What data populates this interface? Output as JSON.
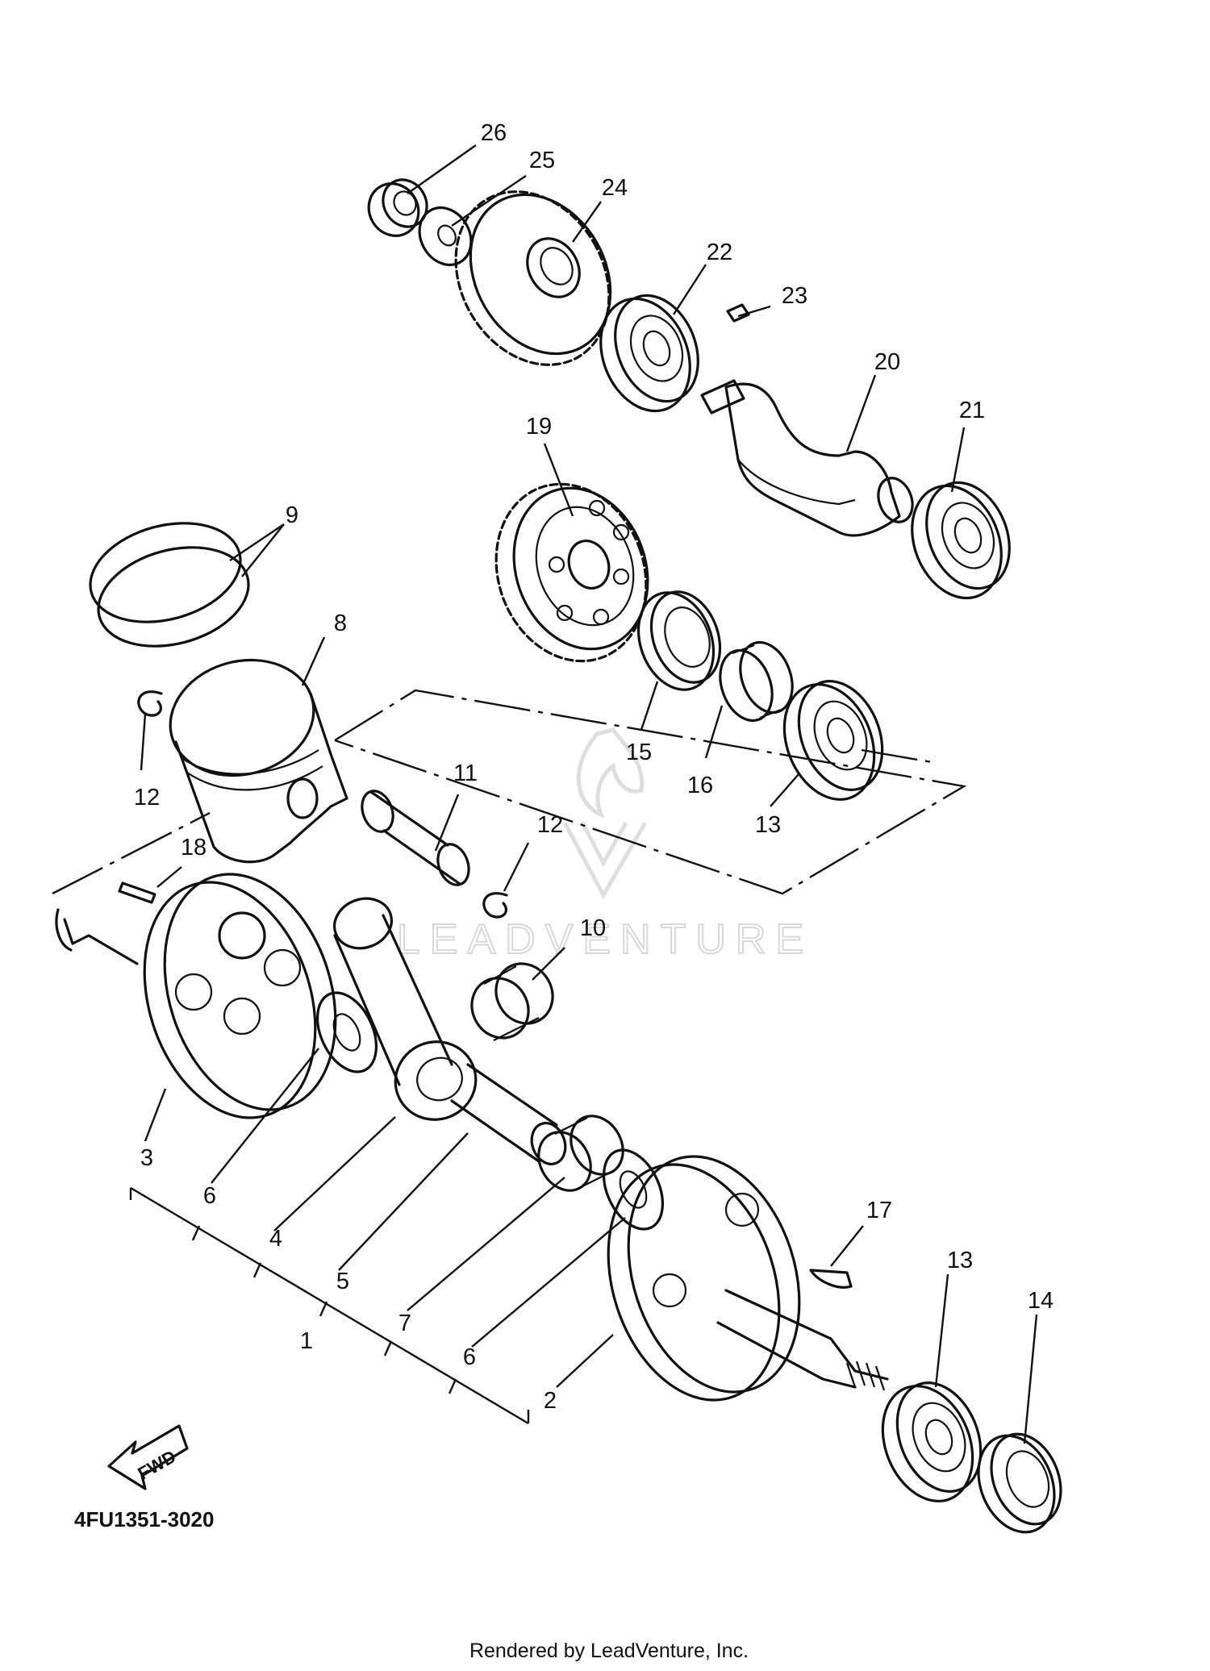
{
  "diagram": {
    "callouts": [
      {
        "id": "c26",
        "label": "26"
      },
      {
        "id": "c25",
        "label": "25"
      },
      {
        "id": "c24",
        "label": "24"
      },
      {
        "id": "c22",
        "label": "22"
      },
      {
        "id": "c23",
        "label": "23"
      },
      {
        "id": "c20",
        "label": "20"
      },
      {
        "id": "c21",
        "label": "21"
      },
      {
        "id": "c19",
        "label": "19"
      },
      {
        "id": "c9",
        "label": "9"
      },
      {
        "id": "c8",
        "label": "8"
      },
      {
        "id": "c12a",
        "label": "12"
      },
      {
        "id": "c11",
        "label": "11"
      },
      {
        "id": "c12b",
        "label": "12"
      },
      {
        "id": "c15",
        "label": "15"
      },
      {
        "id": "c16",
        "label": "16"
      },
      {
        "id": "c13a",
        "label": "13"
      },
      {
        "id": "c18",
        "label": "18"
      },
      {
        "id": "c10",
        "label": "10"
      },
      {
        "id": "c3",
        "label": "3"
      },
      {
        "id": "c6a",
        "label": "6"
      },
      {
        "id": "c4",
        "label": "4"
      },
      {
        "id": "c5",
        "label": "5"
      },
      {
        "id": "c1",
        "label": "1"
      },
      {
        "id": "c7",
        "label": "7"
      },
      {
        "id": "c6b",
        "label": "6"
      },
      {
        "id": "c2",
        "label": "2"
      },
      {
        "id": "c17",
        "label": "17"
      },
      {
        "id": "c13b",
        "label": "13"
      },
      {
        "id": "c14",
        "label": "14"
      }
    ],
    "fwd_label": "FWD",
    "diagram_code": "4FU1351-3020",
    "watermark": "LEADVENTURE",
    "footer": "Rendered by LeadVenture, Inc."
  }
}
